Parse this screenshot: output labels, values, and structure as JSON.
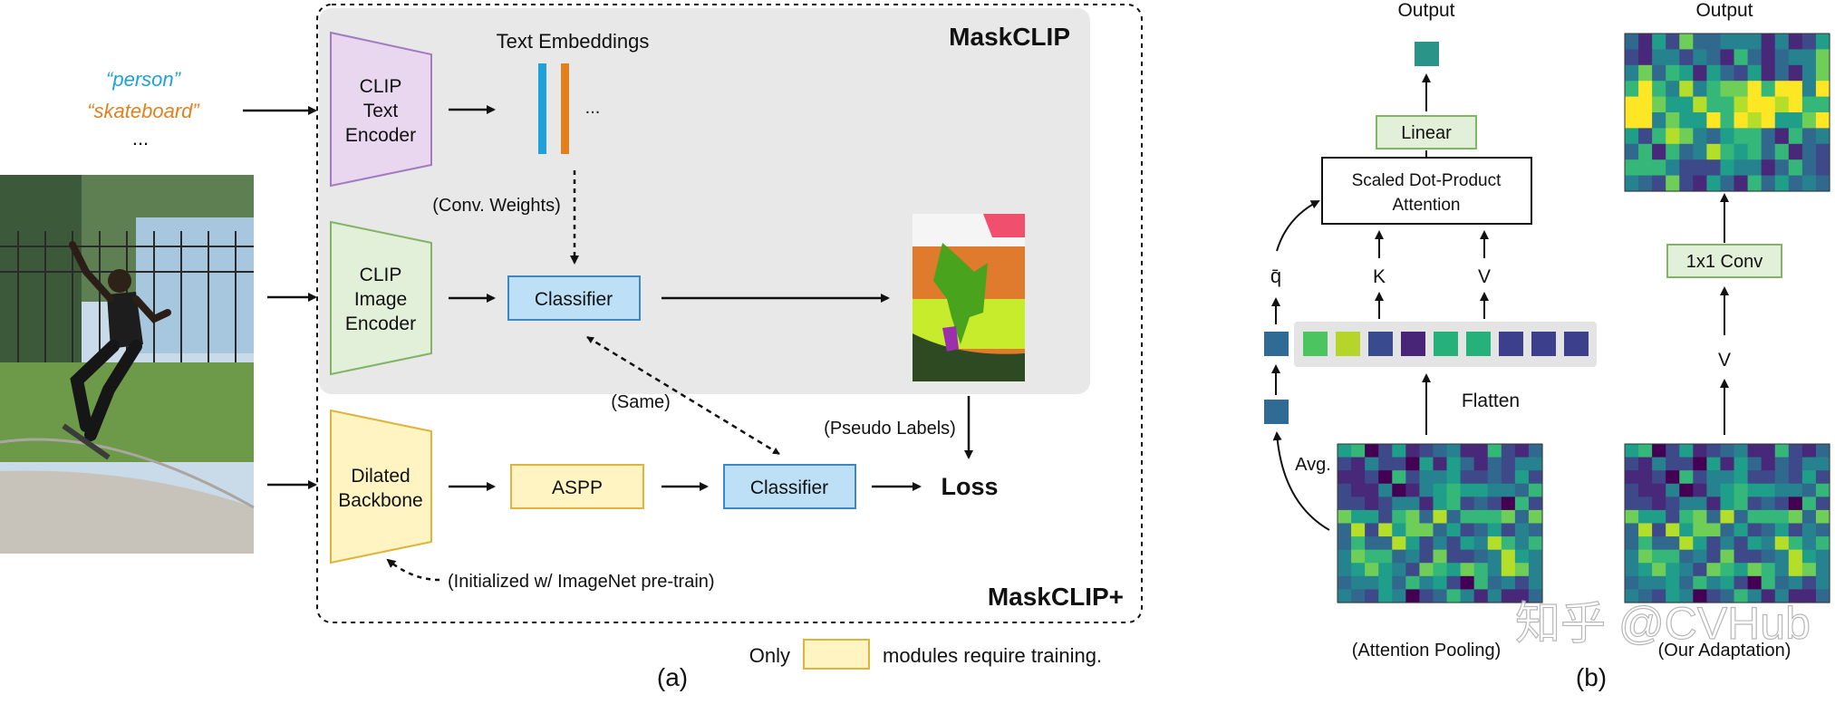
{
  "panel_a": {
    "inputs": {
      "word1": "“person”",
      "word2": "“skateboard”",
      "ellipsis": "..."
    },
    "maskclip_title": "MaskCLIP",
    "maskclip_plus_title": "MaskCLIP+",
    "text_encoder": {
      "l1": "CLIP",
      "l2": "Text",
      "l3": "Encoder"
    },
    "image_encoder": {
      "l1": "CLIP",
      "l2": "Image",
      "l3": "Encoder"
    },
    "backbone": {
      "l1": "Dilated",
      "l2": "Backbone"
    },
    "text_embeddings": "Text Embeddings",
    "emb_ellipsis": "...",
    "conv_weights": "(Conv. Weights)",
    "classifier_top": "Classifier",
    "classifier_bottom": "Classifier",
    "aspp": "ASPP",
    "same": "(Same)",
    "pseudo_labels": "(Pseudo Labels)",
    "loss": "Loss",
    "init_note": "(Initialized w/ ImageNet pre-train)",
    "legend_only": "Only",
    "legend_rest": "modules require training.",
    "caption": "(a)"
  },
  "panel_b": {
    "output_left": "Output",
    "output_right": "Output",
    "linear": "Linear",
    "attention_l1": "Scaled Dot-Product",
    "attention_l2": "Attention",
    "q": "q̄",
    "k": "K",
    "v": "V",
    "flatten": "Flatten",
    "avg": "Avg.",
    "conv": "1x1 Conv",
    "v_right": "V",
    "label_left": "(Attention Pooling)",
    "label_right": "(Our Adaptation)",
    "caption": "(b)",
    "token_colors": [
      "#4cc561",
      "#b5d52a",
      "#3a4a8f",
      "#482576",
      "#26b07a",
      "#26b07a",
      "#3b3f8c",
      "#3b3f8c",
      "#3b3f8c"
    ]
  },
  "watermark": "知乎 @CVHub",
  "colors": {
    "word1": "#1ea0d8",
    "word2": "#e3801e",
    "encoder_purple_fill": "#e8d7ee",
    "encoder_purple_stroke": "#a27cc0",
    "encoder_green_fill": "#e2efd9",
    "encoder_green_stroke": "#82b466",
    "backbone_fill": "#fff4c2",
    "backbone_stroke": "#e0b43c",
    "classifier_fill": "#bde0f7",
    "classifier_stroke": "#3b88c4",
    "linear_fill": "#e2efd9",
    "linear_stroke": "#82b466",
    "gray_panel": "#e8e8e8"
  }
}
